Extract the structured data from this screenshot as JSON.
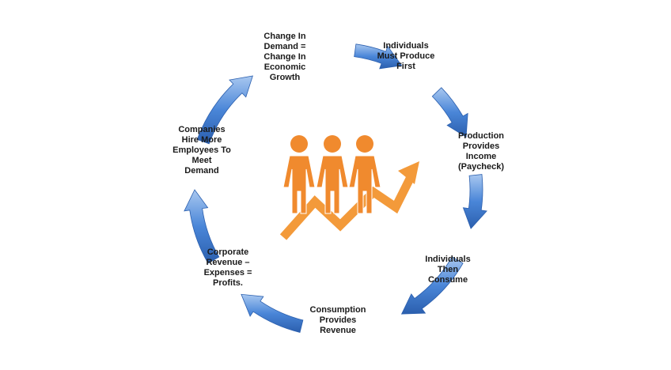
{
  "diagram": {
    "type": "cycle",
    "steps": [
      {
        "label": "Change In\nDemand =\nChange In\nEconomic\nGrowth"
      },
      {
        "label": "Individuals\nMust Produce\nFirst"
      },
      {
        "label": "Production\nProvides\nIncome\n(Paycheck)"
      },
      {
        "label": "Individuals\nThen\nConsume"
      },
      {
        "label": "Consumption\nProvides\nRevenue"
      },
      {
        "label": "Corporate\nRevenue –\nExpenses =\nProfits."
      },
      {
        "label": "Companies\nHire More\nEmployees To\nMeet\nDemand"
      }
    ],
    "center_graphic": {
      "icon": "people-growth-icon",
      "description_icons": [
        "person-icon",
        "person-icon",
        "person-icon",
        "trend-up-arrow-icon"
      ]
    }
  },
  "colors": {
    "arrow_fill": "#4a86d8",
    "arrow_dark": "#2b5fae",
    "arrow_light": "#a9c8f0",
    "people": "#f08a2e",
    "trend_arrow": "#f39a3a",
    "text": "#1a1a1a",
    "background": "#ffffff"
  }
}
